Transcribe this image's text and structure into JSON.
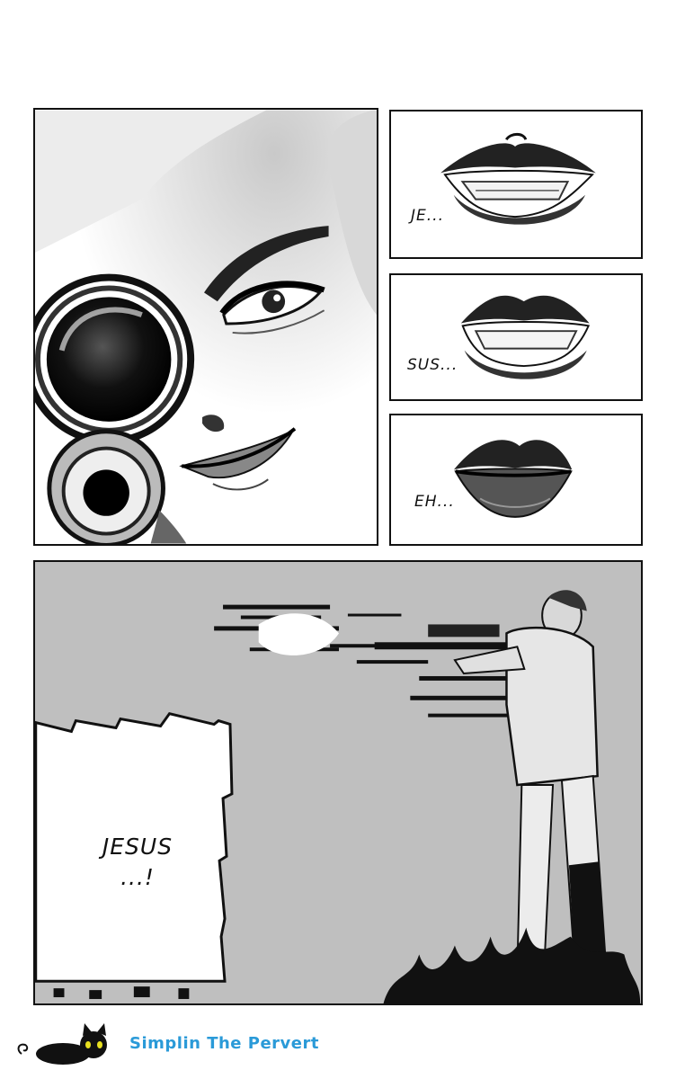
{
  "panels": {
    "lips_1": {
      "caption": "JE..."
    },
    "lips_2": {
      "caption": "SUS..."
    },
    "lips_3": {
      "caption": "EH..."
    },
    "shooter": {
      "speech_line1": "JESUS",
      "speech_line2": "...!"
    }
  },
  "footer": {
    "credit": "Simplin The Pervert",
    "logo_icon": "black-cat-icon",
    "credit_color": "#2a9ad8"
  }
}
